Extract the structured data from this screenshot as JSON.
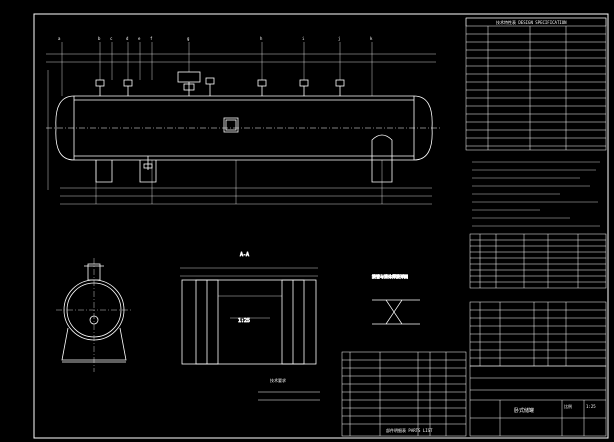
{
  "drawing": {
    "spec_title": "技术特性表 DESIGN SPECIFICATION",
    "parts_title": "部件明细表 PARTS LIST",
    "weld_detail_title": "接管与筒体焊接详图",
    "section_label": "A-A",
    "notes_title": "技术要求",
    "title_block_name": "卧式储罐",
    "scale_label": "比例",
    "scale_value": "1:25"
  },
  "nozzle_tags": [
    "a",
    "b",
    "c",
    "d",
    "e",
    "f",
    "g",
    "h",
    "i",
    "j",
    "k"
  ],
  "colors": {
    "background": "#000000",
    "line": "#ffffff",
    "accent": "#00ffff"
  }
}
